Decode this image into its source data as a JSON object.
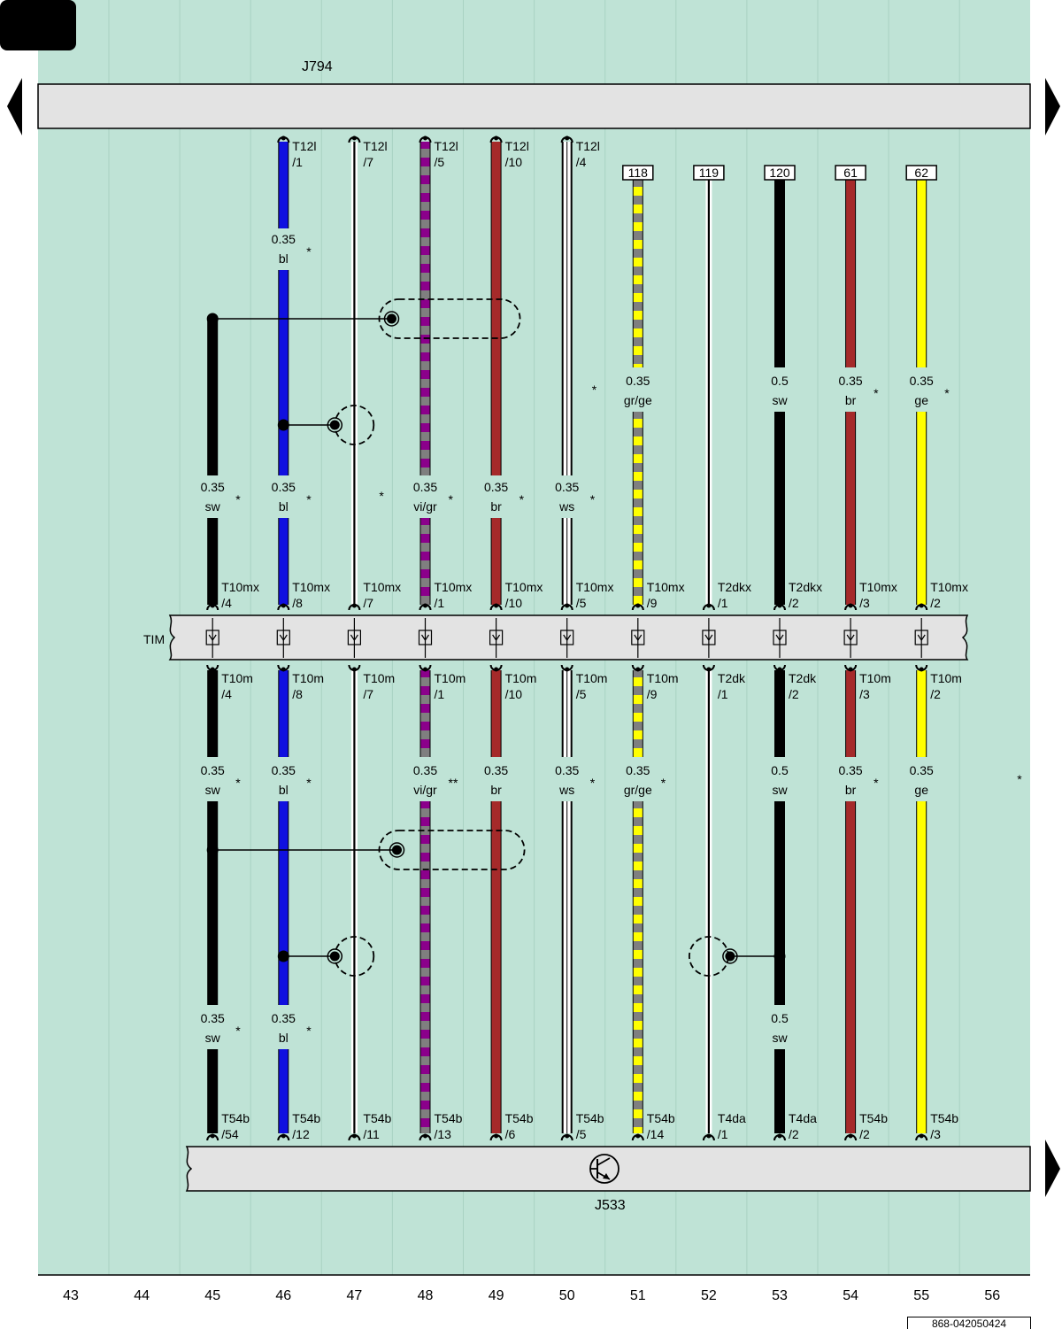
{
  "diagram": {
    "components": {
      "top_unit": "J794",
      "middle_unit": "TIM",
      "bottom_unit": "J533"
    },
    "column_numbers": [
      "43",
      "44",
      "45",
      "46",
      "47",
      "48",
      "49",
      "50",
      "51",
      "52",
      "53",
      "54",
      "55",
      "56"
    ],
    "doc_code": "868-042050424",
    "colors": {
      "background": "#bfe3d6",
      "bar": "#e3e3e3",
      "sw": "#000000",
      "bl": "#1010e0",
      "br": "#a52a2a",
      "ws": "#ffffff",
      "ge": "#ffff00",
      "gr": "#7f7f7f",
      "vi": "#8b008b"
    },
    "wires": [
      {
        "id": "w45",
        "col": "45",
        "start": "junction",
        "colors": [
          "sw"
        ],
        "top_pin": "",
        "top_conn_label": "",
        "mid_label": {
          "size": "0.35",
          "color": "sw",
          "star": "*"
        },
        "tim_top": [
          "T10mx",
          "/4"
        ],
        "tim_bot": [
          "T10m",
          "/4"
        ],
        "low_labels": [
          {
            "size": "0.35",
            "color": "sw",
            "star": "*"
          },
          {
            "size": "0.35",
            "color": "sw",
            "star": "*"
          }
        ],
        "bot_pin": [
          "T54b",
          "/54"
        ]
      },
      {
        "id": "w46",
        "col": "46",
        "start": "bar",
        "colors": [
          "bl"
        ],
        "top_pin": [
          "T12l",
          "/1"
        ],
        "upper_label": {
          "size": "0.35",
          "color": "bl",
          "star": "*"
        },
        "mid_label": {
          "size": "0.35",
          "color": "bl",
          "star": "*"
        },
        "tim_top": [
          "T10mx",
          "/8"
        ],
        "tim_bot": [
          "T10m",
          "/8"
        ],
        "low_labels": [
          {
            "size": "0.35",
            "color": "bl",
            "star": "*"
          },
          {
            "size": "0.35",
            "color": "bl",
            "star": "*"
          }
        ],
        "bot_pin": [
          "T54b",
          "/12"
        ]
      },
      {
        "id": "w47",
        "col": "47",
        "start": "bar",
        "colors": [
          "sw",
          "ws"
        ],
        "top_pin": [
          "T12l",
          "/7"
        ],
        "mid_label": {
          "size": "",
          "color": "",
          "star": "*"
        },
        "tim_top": [
          "T10mx",
          "/7"
        ],
        "tim_bot": [
          "T10m",
          "/7"
        ],
        "low_labels": [],
        "bot_pin": [
          "T54b",
          "/11"
        ]
      },
      {
        "id": "w48",
        "col": "48",
        "start": "bar",
        "colors": [
          "vi",
          "gr"
        ],
        "top_pin": [
          "T12l",
          "/5"
        ],
        "mid_label": {
          "size": "0.35",
          "color": "vi/gr",
          "star": "*"
        },
        "tim_top": [
          "T10mx",
          "/1"
        ],
        "tim_bot": [
          "T10m",
          "/1"
        ],
        "low_labels": [
          {
            "size": "0.35",
            "color": "vi/gr",
            "star": "**"
          }
        ],
        "bot_pin": [
          "T54b",
          "/13"
        ]
      },
      {
        "id": "w49",
        "col": "49",
        "start": "bar",
        "colors": [
          "br"
        ],
        "top_pin": [
          "T12l",
          "/10"
        ],
        "mid_label": {
          "size": "0.35",
          "color": "br",
          "star": "*"
        },
        "tim_top": [
          "T10mx",
          "/10"
        ],
        "tim_bot": [
          "T10m",
          "/10"
        ],
        "low_labels": [
          {
            "size": "0.35",
            "color": "br",
            "star": ""
          }
        ],
        "bot_pin": [
          "T54b",
          "/6"
        ]
      },
      {
        "id": "w50",
        "col": "50",
        "start": "bar",
        "colors": [
          "ws"
        ],
        "top_pin": [
          "T12l",
          "/4"
        ],
        "mid_label": {
          "size": "0.35",
          "color": "ws",
          "star": "*"
        },
        "tim_top": [
          "T10mx",
          "/5"
        ],
        "tim_bot": [
          "T10m",
          "/5"
        ],
        "low_labels": [
          {
            "size": "0.35",
            "color": "ws",
            "star": "*"
          }
        ],
        "bot_pin": [
          "T54b",
          "/5"
        ]
      },
      {
        "id": "w51",
        "col": "51",
        "start": "box",
        "colors": [
          "gr",
          "ge"
        ],
        "box": "118",
        "upper_label": {
          "size": "0.35",
          "color": "gr/ge",
          "star": ""
        },
        "tim_top": [
          "T10mx",
          "/9"
        ],
        "tim_bot": [
          "T10m",
          "/9"
        ],
        "low_labels": [
          {
            "size": "0.35",
            "color": "gr/ge",
            "star": "*"
          }
        ],
        "bot_pin": [
          "T54b",
          "/14"
        ]
      },
      {
        "id": "w52",
        "col": "52",
        "start": "box",
        "colors": [
          "sw",
          "ws"
        ],
        "box": "119",
        "tim_top": [
          "T2dkx",
          "/1"
        ],
        "tim_bot": [
          "T2dk",
          "/1"
        ],
        "low_labels": [],
        "bot_pin": [
          "T4da",
          "/1"
        ]
      },
      {
        "id": "w53",
        "col": "53",
        "start": "box",
        "colors": [
          "sw"
        ],
        "box": "120",
        "upper_label": {
          "size": "0.5",
          "color": "sw",
          "star": ""
        },
        "tim_top": [
          "T2dkx",
          "/2"
        ],
        "tim_bot": [
          "T2dk",
          "/2"
        ],
        "low_labels": [
          {
            "size": "0.5",
            "color": "sw",
            "star": ""
          },
          {
            "size": "0.5",
            "color": "sw",
            "star": ""
          }
        ],
        "bot_pin": [
          "T4da",
          "/2"
        ]
      },
      {
        "id": "w54",
        "col": "54",
        "start": "box",
        "colors": [
          "br"
        ],
        "box": "61",
        "upper_label": {
          "size": "0.35",
          "color": "br",
          "star": "*"
        },
        "tim_top": [
          "T10mx",
          "/3"
        ],
        "tim_bot": [
          "T10m",
          "/3"
        ],
        "low_labels": [
          {
            "size": "0.35",
            "color": "br",
            "star": "*"
          }
        ],
        "bot_pin": [
          "T54b",
          "/2"
        ]
      },
      {
        "id": "w55",
        "col": "55",
        "start": "box",
        "colors": [
          "ge"
        ],
        "box": "62",
        "upper_label": {
          "size": "0.35",
          "color": "ge",
          "star": "*"
        },
        "tim_top": [
          "T10mx",
          "/2"
        ],
        "tim_bot": [
          "T10m",
          "/2"
        ],
        "low_labels": [
          {
            "size": "0.35",
            "color": "ge",
            "star": ""
          }
        ],
        "bot_pin": [
          "T54b",
          "/3"
        ]
      }
    ],
    "extra_stars": {
      "w50_upper": "*",
      "col56_low": "*"
    }
  }
}
